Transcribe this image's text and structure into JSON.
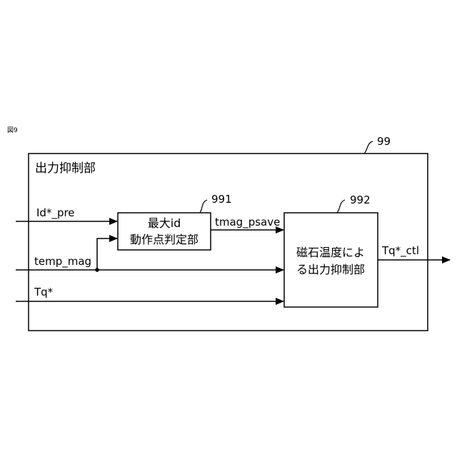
{
  "figure_label": "図9",
  "outer_block": {
    "ref": "99",
    "title": "出力抑制部"
  },
  "block_991": {
    "ref": "991",
    "line1": "最大id",
    "line2": "動作点判定部"
  },
  "block_992": {
    "ref": "992",
    "line1": "磁石温度によ",
    "line2": "る出力抑制部"
  },
  "signals": {
    "id_pre": "Id*_pre",
    "temp_mag": "temp_mag",
    "tq": "Tq*",
    "tmag_psave": "tmag_psave",
    "tq_ctl": "Tq*_ctl"
  }
}
